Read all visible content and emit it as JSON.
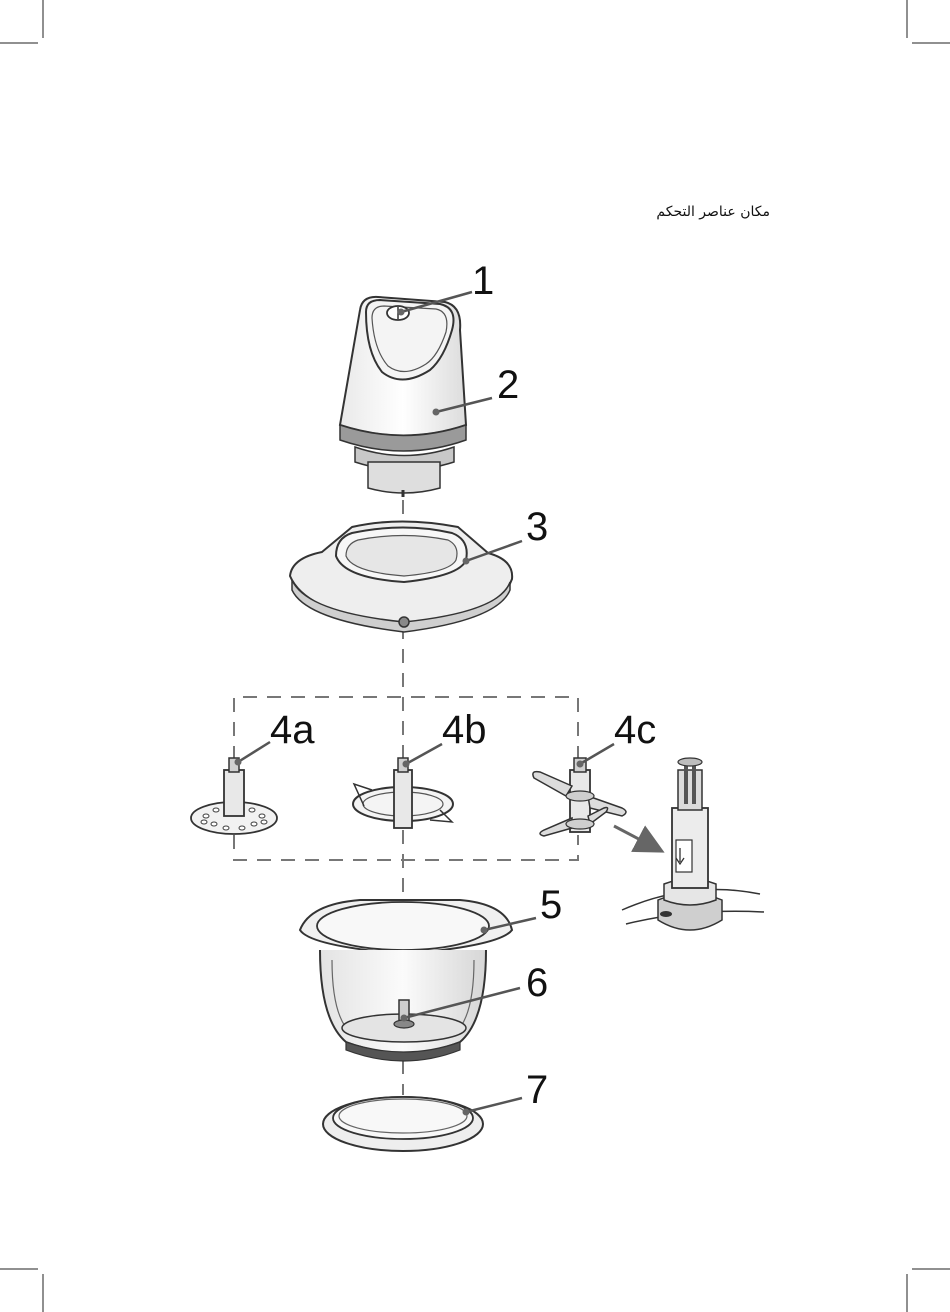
{
  "heading": "مكان عناصر التحكم",
  "callouts": {
    "c1": "1",
    "c2": "2",
    "c3": "3",
    "c4a": "4a",
    "c4b": "4b",
    "c4c": "4c",
    "c5": "5",
    "c6": "6",
    "c7": "7"
  },
  "icons": {
    "crop_marks": "crop-mark-icon"
  }
}
